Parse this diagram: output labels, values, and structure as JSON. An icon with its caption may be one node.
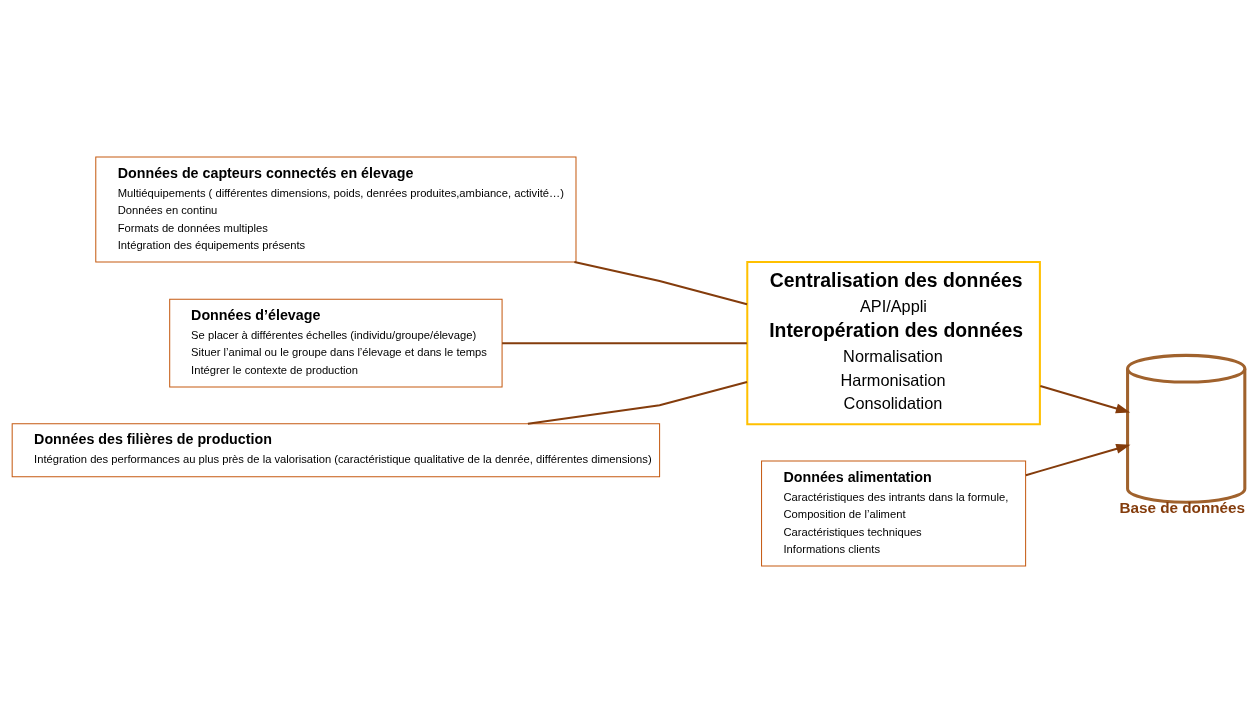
{
  "diagram": {
    "nodes": [
      {
        "text": [
          "Données de capteurs connectés en élevage",
          "Multiéquipements ( différentes dimensions, poids, denrées produites,ambiance, activité…)",
          "Données en continu",
          "Formats de données multiples",
          "Intégration des équipements présents"
        ]
      },
      {
        "text": [
          "Données d’élevage",
          "Se placer à différentes échelles (individu/groupe/élevage)",
          "Situer l’animal ou le groupe dans l’élevage et dans le temps",
          "Intégrer le contexte de production"
        ]
      },
      {
        "text": [
          "Données des filières de production",
          "Intégration des performances au plus près de la valorisation (caractéristique qualitative de la denrée, différentes dimensions)"
        ]
      },
      {
        "text": [
          "Centralisation des données",
          "API/Appli",
          "Interopération des données",
          "Normalisation",
          "Harmonisation",
          "Consolidation"
        ]
      },
      {
        "text": [
          "Données alimentation",
          "Caractéristiques des intrants dans la formule,",
          "Composition de l’aliment",
          "Caractéristiques techniques",
          "Informations clients"
        ]
      },
      {
        "text": [],
        "shape": "cylinder",
        "beside": [
          "Base de données"
        ]
      }
    ],
    "edges": [
      {
        "from": 0,
        "to": 3,
        "arrow": "none"
      },
      {
        "from": 1,
        "to": 3,
        "arrow": "none"
      },
      {
        "from": 2,
        "to": 3,
        "arrow": "none"
      },
      {
        "from": 3,
        "to": 5,
        "arrow": "to"
      },
      {
        "from": 4,
        "to": 5,
        "arrow": "to"
      }
    ]
  }
}
